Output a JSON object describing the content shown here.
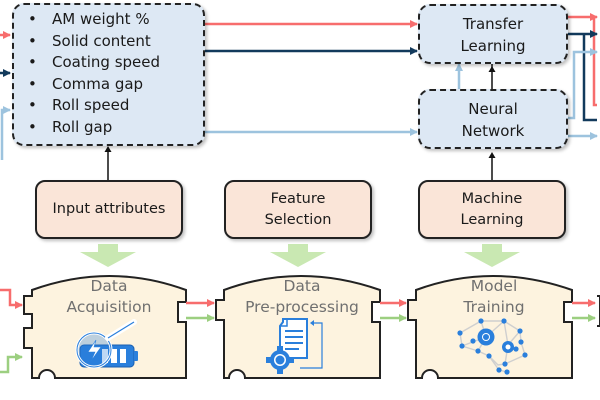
{
  "input_attributes_box": {
    "items": [
      "AM weight %",
      "Solid content",
      "Coating speed",
      "Comma gap",
      "Roll speed",
      "Roll gap"
    ]
  },
  "transfer_learning": {
    "line1": "Transfer",
    "line2": "Learning"
  },
  "neural_network": {
    "line1": "Neural",
    "line2": "Network"
  },
  "categories": [
    {
      "line1": "Input attributes",
      "line2": ""
    },
    {
      "line1": "Feature",
      "line2": "Selection"
    },
    {
      "line1": "Machine",
      "line2": "Learning"
    }
  ],
  "stages": [
    {
      "line1": "Data",
      "line2": "Acquisition",
      "icon": "battery-inspection-icon"
    },
    {
      "line1": "Data",
      "line2": "Pre-processing",
      "icon": "document-gear-icon"
    },
    {
      "line1": "Model",
      "line2": "Training",
      "icon": "neural-brain-icon"
    }
  ],
  "colors": {
    "red": "#f76d6d",
    "navy": "#123a5c",
    "lightblue": "#9dc3de",
    "green": "#9ccf80",
    "arrow_green": "#c9e8b2",
    "box_blue": "#dde8f4",
    "peach": "#fae5d8",
    "stage_fill": "#fdf3df",
    "icon_blue": "#2a7fdc"
  }
}
